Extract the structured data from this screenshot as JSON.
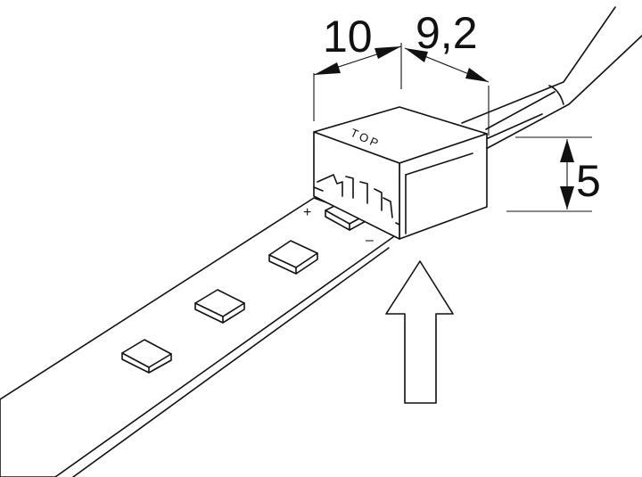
{
  "dimensions": {
    "width_label": "10",
    "depth_label": "9,2",
    "height_label": "5"
  },
  "connector": {
    "top_marking": "TOP",
    "plus_marking": "+",
    "minus_marking": "–"
  },
  "colors": {
    "line": "#111111",
    "background": "#ffffff"
  }
}
